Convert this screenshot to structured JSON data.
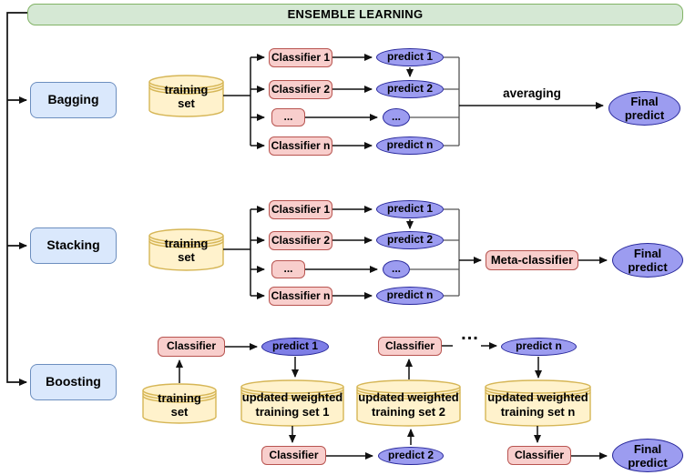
{
  "title": "ENSEMBLE LEARNING",
  "colors": {
    "header_fill": "#d5e8d4",
    "header_stroke": "#82b366",
    "method_fill": "#dae8fc",
    "method_stroke": "#6c8ebf",
    "classifier_fill": "#f8cecc",
    "classifier_stroke": "#b85450",
    "dataset_fill": "#fff2cc",
    "dataset_stroke": "#d6b656",
    "predict_fill": "#9c9cf0",
    "predict_fill_dark": "#7e7ee6",
    "predict_stroke": "#28289b",
    "line": "#1a1a1a"
  },
  "bagging": {
    "label": "Bagging",
    "training_set": {
      "line1": "training",
      "line2": "set"
    },
    "classifiers": [
      "Classifier 1",
      "Classifier 2",
      "...",
      "Classifier n"
    ],
    "predicts": [
      "predict 1",
      "predict 2",
      "...",
      "predict n"
    ],
    "averaging_label": "averaging",
    "final": {
      "line1": "Final",
      "line2": "predict"
    }
  },
  "stacking": {
    "label": "Stacking",
    "training_set": {
      "line1": "training",
      "line2": "set"
    },
    "classifiers": [
      "Classifier 1",
      "Classifier 2",
      "...",
      "Classifier n"
    ],
    "predicts": [
      "predict 1",
      "predict 2",
      "...",
      "predict n"
    ],
    "meta_label": "Meta-classifier",
    "final": {
      "line1": "Final",
      "line2": "predict"
    }
  },
  "boosting": {
    "label": "Boosting",
    "training_set": {
      "line1": "training",
      "line2": "set"
    },
    "classifier_label": "Classifier",
    "predicts": [
      "predict 1",
      "predict 2",
      "predict n"
    ],
    "ellipsis": "...",
    "updated_sets": [
      {
        "line1": "updated weighted",
        "line2": "training set 1"
      },
      {
        "line1": "updated weighted",
        "line2": "training set 2"
      },
      {
        "line1": "updated weighted",
        "line2": "training set n"
      }
    ],
    "final": {
      "line1": "Final",
      "line2": "predict"
    }
  }
}
